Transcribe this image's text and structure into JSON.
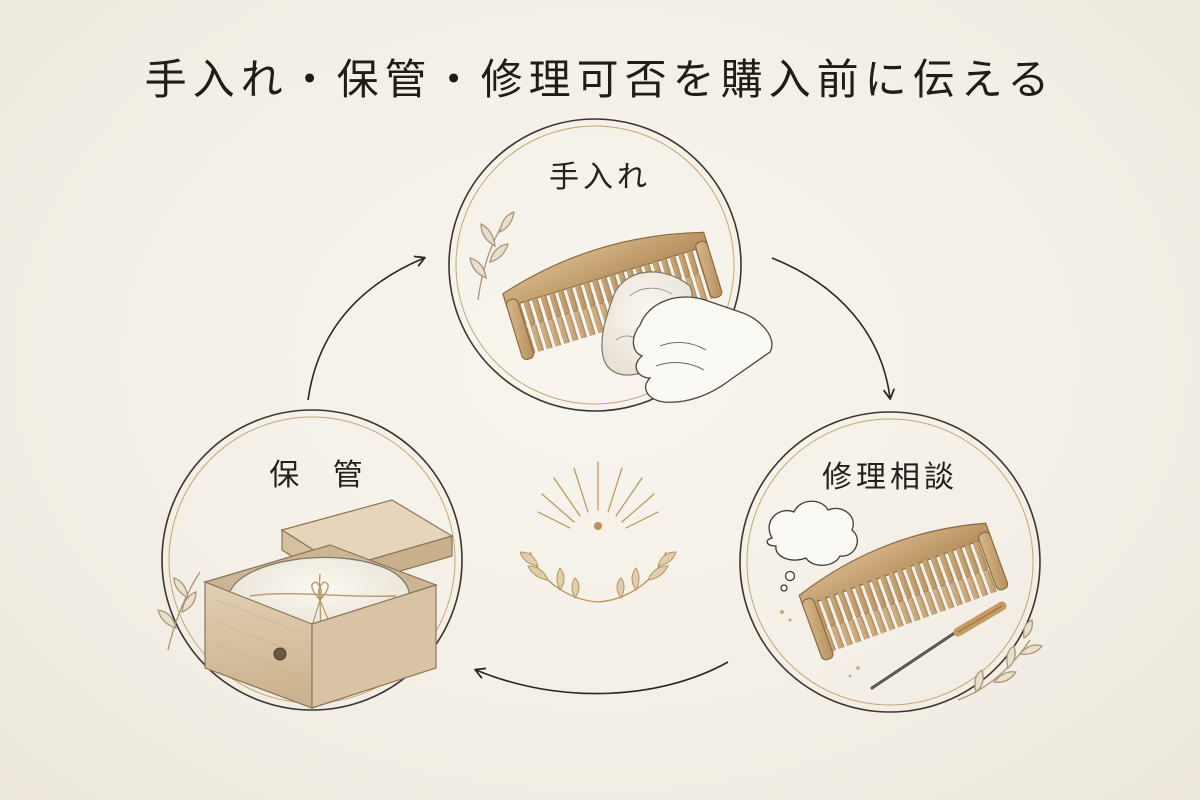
{
  "title": "手入れ・保管・修理可否を購入前に伝える",
  "nodes": {
    "care": {
      "label": "手入れ",
      "icon": "comb-wiping-cloth-icon"
    },
    "storage": {
      "label": "保 管",
      "icon": "wooden-box-with-cloth-icon"
    },
    "repair": {
      "label": "修理相談",
      "icon": "comb-with-tool-icon"
    }
  },
  "cycle_direction": "clockwise",
  "center_ornament": "sunburst-laurel-icon",
  "colors": {
    "background": "#f4f0e7",
    "ring_dark": "#3a3530",
    "ring_gold": "#b8935a",
    "wood": "#c9a77a",
    "wood_dark": "#9c7a4f",
    "leaf": "#a9967a"
  }
}
